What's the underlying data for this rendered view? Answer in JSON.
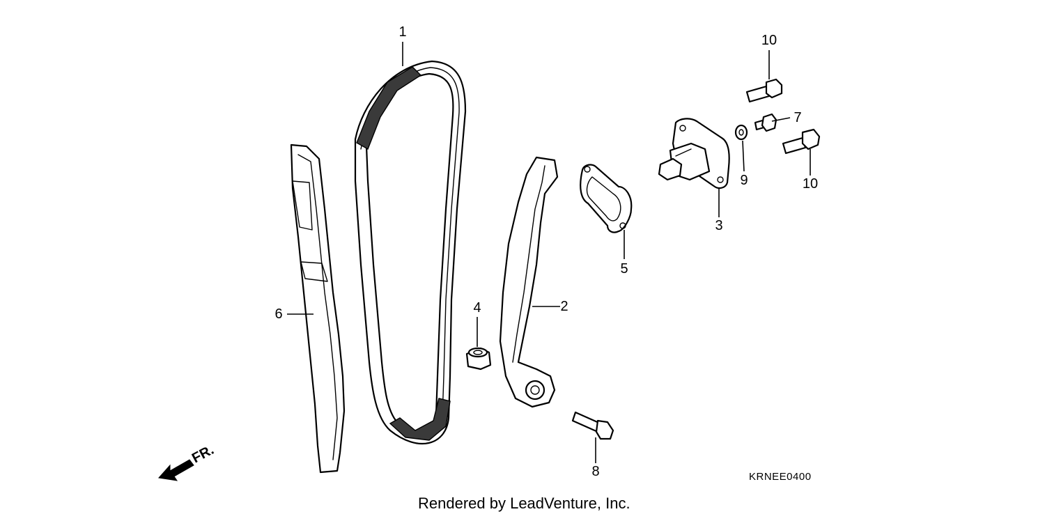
{
  "callouts": [
    {
      "id": "1",
      "label": "1"
    },
    {
      "id": "2",
      "label": "2"
    },
    {
      "id": "3",
      "label": "3"
    },
    {
      "id": "4",
      "label": "4"
    },
    {
      "id": "5",
      "label": "5"
    },
    {
      "id": "6",
      "label": "6"
    },
    {
      "id": "7",
      "label": "7"
    },
    {
      "id": "8",
      "label": "8"
    },
    {
      "id": "9",
      "label": "9"
    },
    {
      "id": "10a",
      "label": "10"
    },
    {
      "id": "10b",
      "label": "10"
    }
  ],
  "diagram_code": "KRNEE0400",
  "credit": "Rendered by LeadVenture, Inc.",
  "front_indicator": "FR."
}
